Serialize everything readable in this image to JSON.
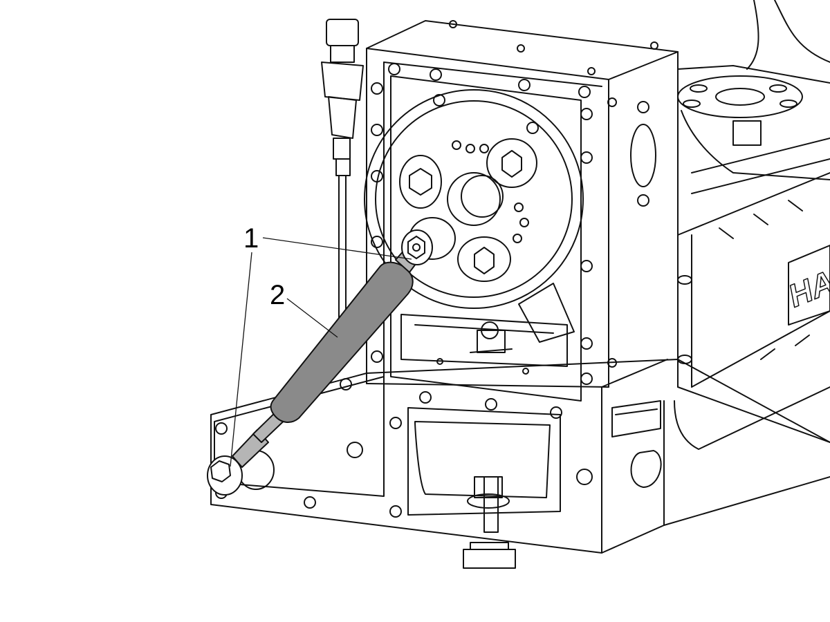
{
  "figure": {
    "callouts": [
      {
        "id": "1",
        "label": "1"
      },
      {
        "id": "2",
        "label": "2"
      }
    ],
    "logo_text": "HAAS"
  },
  "colors": {
    "line": "#111111",
    "background": "#ffffff",
    "shock_body": "#8a8a8a",
    "shock_rod": "#b5b5b5"
  }
}
